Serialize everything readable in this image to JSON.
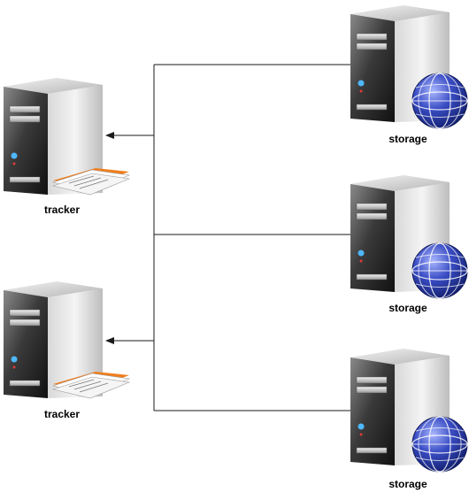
{
  "nodes": {
    "tracker_1": {
      "label": "tracker",
      "kind": "tracker"
    },
    "tracker_2": {
      "label": "tracker",
      "kind": "tracker"
    },
    "storage_1": {
      "label": "storage",
      "kind": "storage"
    },
    "storage_2": {
      "label": "storage",
      "kind": "storage"
    },
    "storage_3": {
      "label": "storage",
      "kind": "storage"
    }
  },
  "connections": [
    {
      "from": "storage_1",
      "to": "tracker_1"
    },
    {
      "from": "storage_1",
      "to": "tracker_2"
    },
    {
      "from": "storage_2",
      "to": "tracker_1"
    },
    {
      "from": "storage_2",
      "to": "tracker_2"
    },
    {
      "from": "storage_3",
      "to": "tracker_1"
    },
    {
      "from": "storage_3",
      "to": "tracker_2"
    }
  ],
  "colors": {
    "line": "#1a1a1a",
    "server_dark": "#2a2a2a",
    "server_light": "#9a9a9a",
    "document_accent": "#f07e1e",
    "globe": "#2f3f9e"
  },
  "icons": {
    "tracker": "server-with-document-icon",
    "storage": "server-with-globe-icon"
  }
}
